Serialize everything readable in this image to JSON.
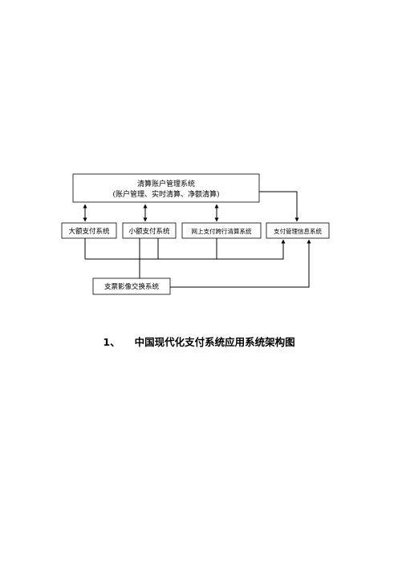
{
  "diagram": {
    "clearing": {
      "title": "清算账户管理系统",
      "subtitle": "(账户管理、实时清算、净额清算)"
    },
    "large_payment": "大额支付系统",
    "small_payment": "小额支付系统",
    "online_clearing": "网上支付跨行清算系统",
    "payment_mgmt": "支付管理信息系统",
    "cheque_image": "支票影像交换系统"
  },
  "caption": {
    "number": "1、",
    "text": "中国现代化支付系统应用系统架构图"
  }
}
